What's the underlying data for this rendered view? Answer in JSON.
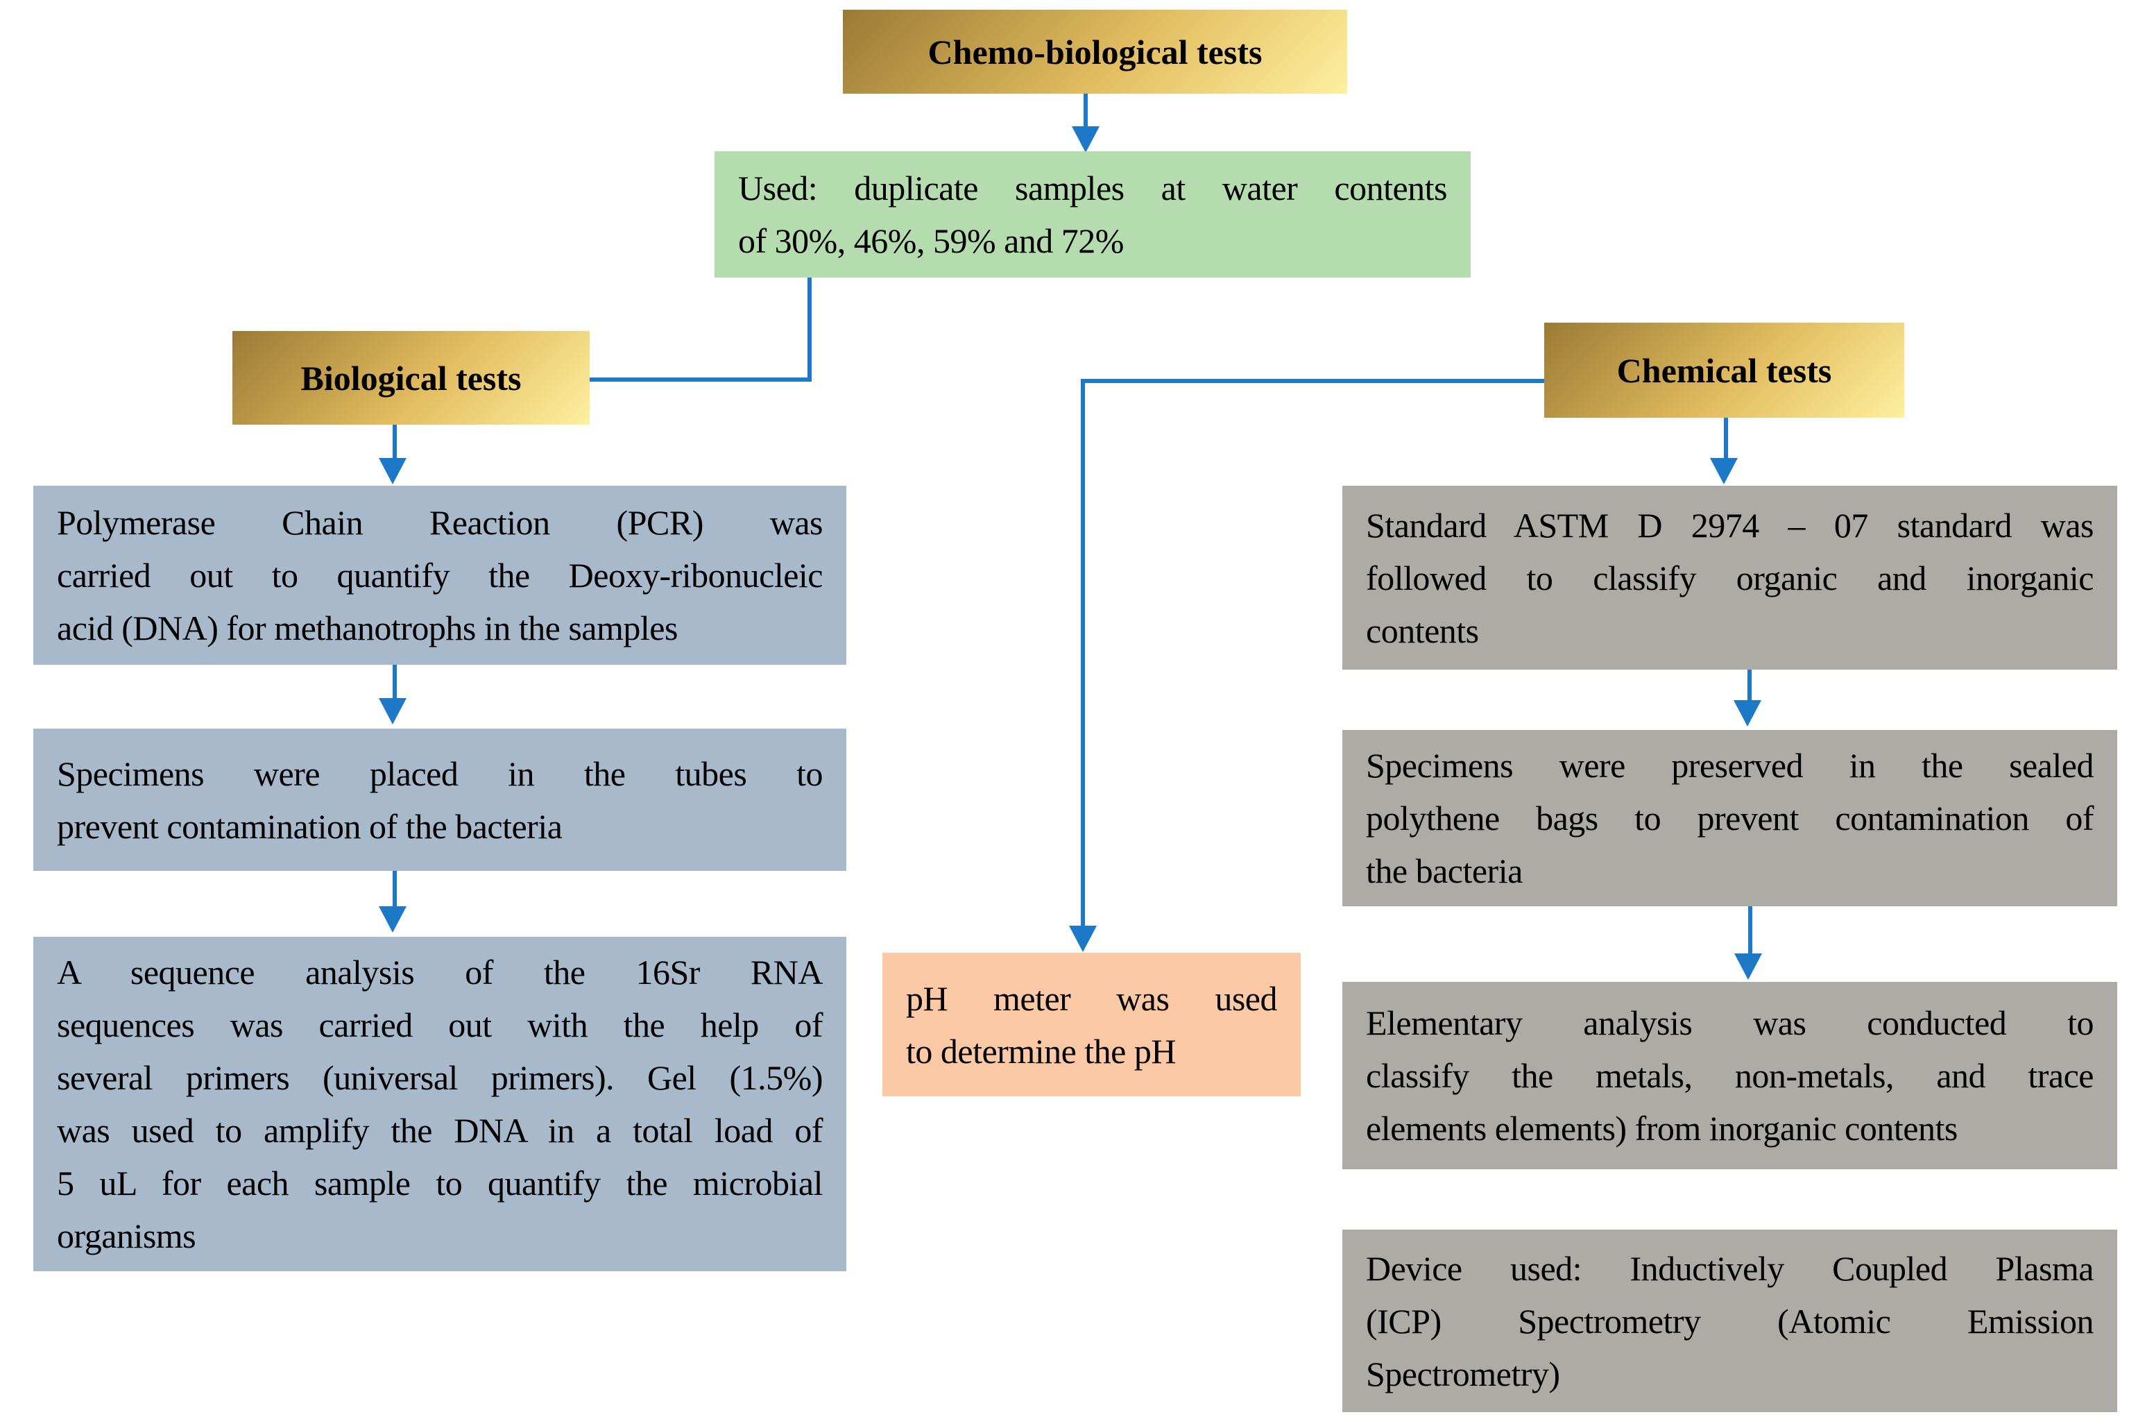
{
  "colors": {
    "connector": "#1d79c8",
    "gold_dark": "#9b7a34",
    "gold_mid": "#e2bc60",
    "gold_light": "#fdf0a0",
    "green": "#b5dcae",
    "blue_gray": "#a8b9cb",
    "gray": "#aeaaa6",
    "peach": "#fbc9a6",
    "text": "#000000"
  },
  "nodes": {
    "root": {
      "label": "Chemo-biological tests"
    },
    "samples": {
      "lines": [
        "Used: duplicate samples at water contents",
        "of 30%, 46%, 59% and 72%"
      ]
    },
    "biological": {
      "label": "Biological tests"
    },
    "chemical": {
      "label": "Chemical tests"
    },
    "pcr": {
      "lines": [
        "Polymerase Chain Reaction (PCR) was",
        "carried out to quantify the Deoxy-ribonucleic",
        "acid (DNA) for methanotrophs in the samples"
      ]
    },
    "tubes": {
      "lines": [
        "Specimens were placed in the tubes to",
        "prevent contamination of the bacteria"
      ]
    },
    "sequence": {
      "lines": [
        "A sequence analysis of the 16Sr RNA",
        "sequences was carried out with the help of",
        "several primers (universal primers). Gel (1.5%)",
        "was used to amplify the DNA in a total load of",
        "5 uL for each sample to quantify the microbial",
        "organisms"
      ]
    },
    "ph": {
      "lines": [
        "pH meter was used",
        "to determine the pH"
      ]
    },
    "astm": {
      "lines": [
        "Standard ASTM D 2974 – 07 standard was",
        "followed to classify organic and inorganic",
        "contents"
      ]
    },
    "polythene": {
      "lines": [
        "Specimens were preserved in the sealed",
        "polythene bags to prevent contamination of",
        "the bacteria"
      ]
    },
    "elementary": {
      "lines": [
        "Elementary analysis was conducted to",
        "classify the metals, non-metals, and trace",
        "elements elements) from inorganic contents"
      ]
    },
    "icp": {
      "lines": [
        "Device used: Inductively Coupled Plasma",
        "(ICP) Spectrometry (Atomic Emission",
        "Spectrometry)"
      ]
    }
  }
}
